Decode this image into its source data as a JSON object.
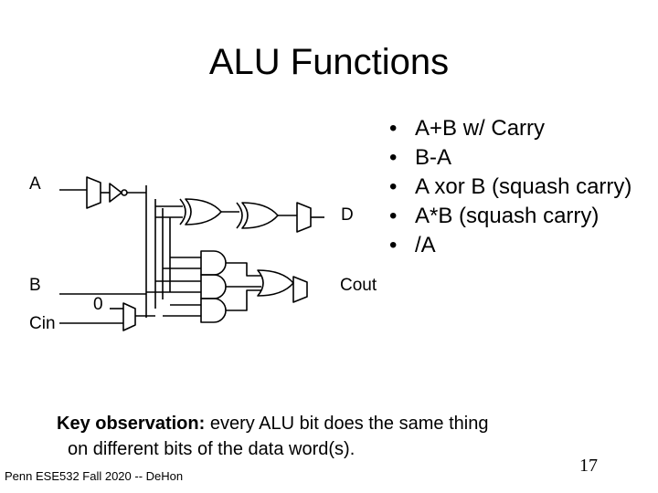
{
  "title": "ALU Functions",
  "bullets": [
    "A+B w/ Carry",
    "B-A",
    "A xor B (squash carry)",
    "A*B (squash carry)",
    "/A"
  ],
  "circuit": {
    "input_a": "A",
    "input_b": "B",
    "input_cin": "Cin",
    "constant_zero": "0",
    "output_d": "D",
    "output_cout": "Cout"
  },
  "key_observation": {
    "label": "Key observation:",
    "text": " every ALU bit does the same thing",
    "continuation": "on different bits of the data word(s)."
  },
  "footer": "Penn ESE532 Fall 2020 -- DeHon",
  "page_number": "17"
}
